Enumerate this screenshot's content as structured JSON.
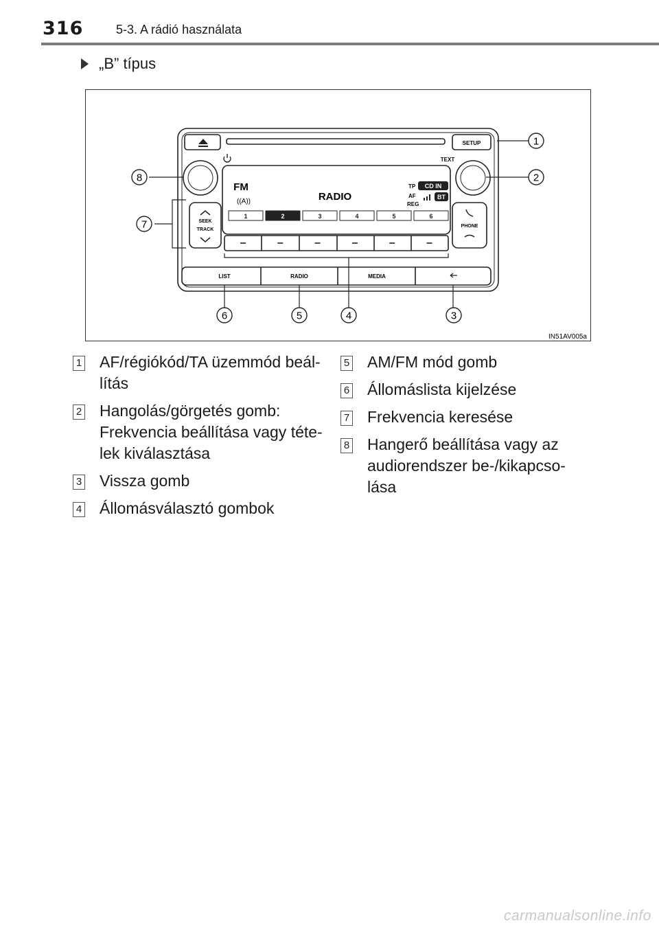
{
  "header": {
    "page_number": "316",
    "section_title": "5-3. A rádió használata"
  },
  "subheading": "„B” típus",
  "figure": {
    "display_mode": "FM",
    "display_source": "RADIO",
    "display_tp": "TP",
    "display_af": "AF",
    "display_reg": "REG",
    "badge_cdin": "CD IN",
    "badge_bt": "BT",
    "presets": [
      "1",
      "2",
      "3",
      "4",
      "5",
      "6"
    ],
    "buttons": {
      "setup": "SETUP",
      "text": "TEXT",
      "seek": "SEEK",
      "track": "TRACK",
      "phone": "PHONE",
      "list": "LIST",
      "radio": "RADIO",
      "media": "MEDIA"
    },
    "callouts": [
      "1",
      "2",
      "3",
      "4",
      "5",
      "6",
      "7",
      "8"
    ],
    "image_code": "IN51AV005a"
  },
  "items_left": [
    {
      "num": "1",
      "text": "AF/régiókód/TA üzemmód beál-lítás"
    },
    {
      "num": "2",
      "text": "Hangolás/görgetés gomb: Frekvencia beállítása vagy téte-lek kiválasztása"
    },
    {
      "num": "3",
      "text": "Vissza gomb"
    },
    {
      "num": "4",
      "text": "Állomásválasztó gombok"
    }
  ],
  "items_right": [
    {
      "num": "5",
      "text": "AM/FM mód gomb"
    },
    {
      "num": "6",
      "text": "Állomáslista kijelzése"
    },
    {
      "num": "7",
      "text": "Frekvencia keresése"
    },
    {
      "num": "8",
      "text": "Hangerő beállítása vagy az audiorendszer be-/kikapcso-lása"
    }
  ],
  "watermark": "carmanualsonline.info"
}
